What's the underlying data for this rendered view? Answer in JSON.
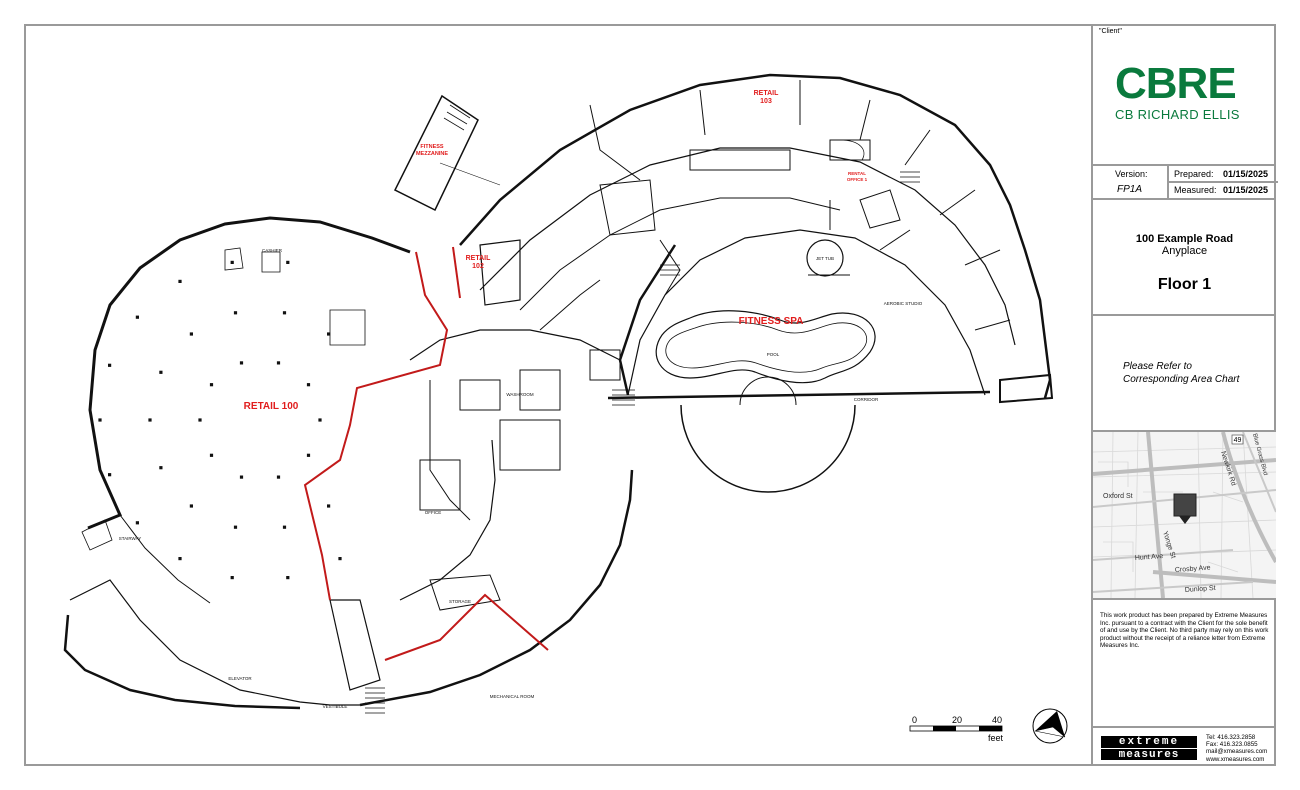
{
  "titleblock": {
    "client": "\"Client\"",
    "logo_main": "CBRE",
    "logo_sub": "CB RICHARD ELLIS",
    "version_label": "Version:",
    "version_value": "FP1A",
    "prepared_label": "Prepared:",
    "prepared_date": "01/15/2025",
    "measured_label": "Measured:",
    "measured_date": "01/15/2025",
    "address_line1": "100 Example Road",
    "address_line2": "Anyplace",
    "floor": "Floor 1",
    "note_line1": "Please Refer to",
    "note_line2": "Corresponding Area Chart",
    "disclaimer": "This work product has been prepared by Extreme Measures Inc. pursuant to a contract with the Client for the sole benefit of and use by the Client. No third party may rely on this work product without the receipt of a reliance letter from Extreme Measures Inc.",
    "company_line1": "extreme",
    "company_line2": "measures",
    "tel": "Tel:  416.323.2858",
    "fax": "Fax:  416.323.0855",
    "email": "mail@xmeasures.com",
    "web": "www.xmeasures.com"
  },
  "map": {
    "streets": [
      "Oxford St",
      "Yonge St",
      "Hunt Ave",
      "Crosby Ave",
      "Dunlop St",
      "Newkirk Rd",
      "Blue Grass Blvd"
    ],
    "highway_marker": "49",
    "marker_icon": "location-pin-icon"
  },
  "plan": {
    "units": [
      "RETAIL 100",
      "RETAIL 102",
      "RETAIL 103",
      "FITNESS SPA",
      "FITNESS",
      "MEZZANINE",
      "RENTAL",
      "OFFICE 1"
    ],
    "rooms": [
      "CASHIER",
      "POOL",
      "JET TUB",
      "AEROBIC STUDIO",
      "WASHROOM",
      "CORRIDOR",
      "MECHANICAL ROOM",
      "ELEVATOR",
      "STAIRWAY",
      "STORAGE",
      "OFFICE",
      "VESTIBULE"
    ],
    "unit_label_color": "#e11d1d",
    "demising_line_color": "#c21a1a"
  },
  "scale": {
    "ticks": [
      "0",
      "20",
      "40"
    ],
    "unit": "feet"
  },
  "colors": {
    "brand_green": "#0a7a3d",
    "border_gray": "#9a9a9a"
  }
}
